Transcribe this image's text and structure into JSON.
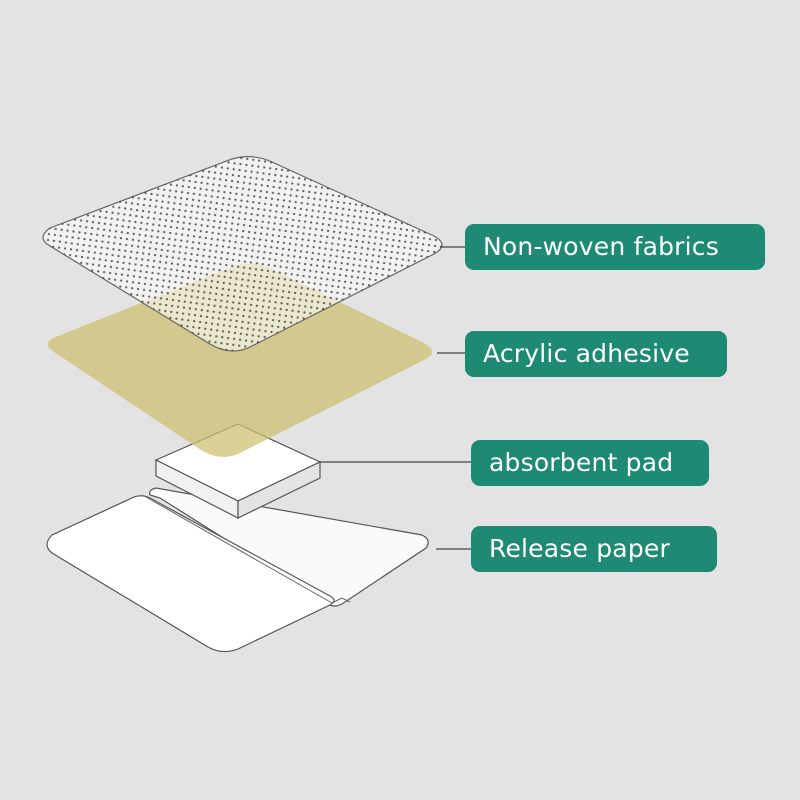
{
  "colors": {
    "background": "#e3e3e3",
    "label_fill": "#1f8a73",
    "label_text": "#ffffff",
    "adhesive_fill": "#cdbf6e",
    "outline": "#555555",
    "leader_line": "#444444"
  },
  "labels": {
    "nonwoven": "Non-woven fabrics",
    "acrylic": "Acrylic adhesive",
    "pad": "absorbent pad",
    "release": "Release paper"
  }
}
